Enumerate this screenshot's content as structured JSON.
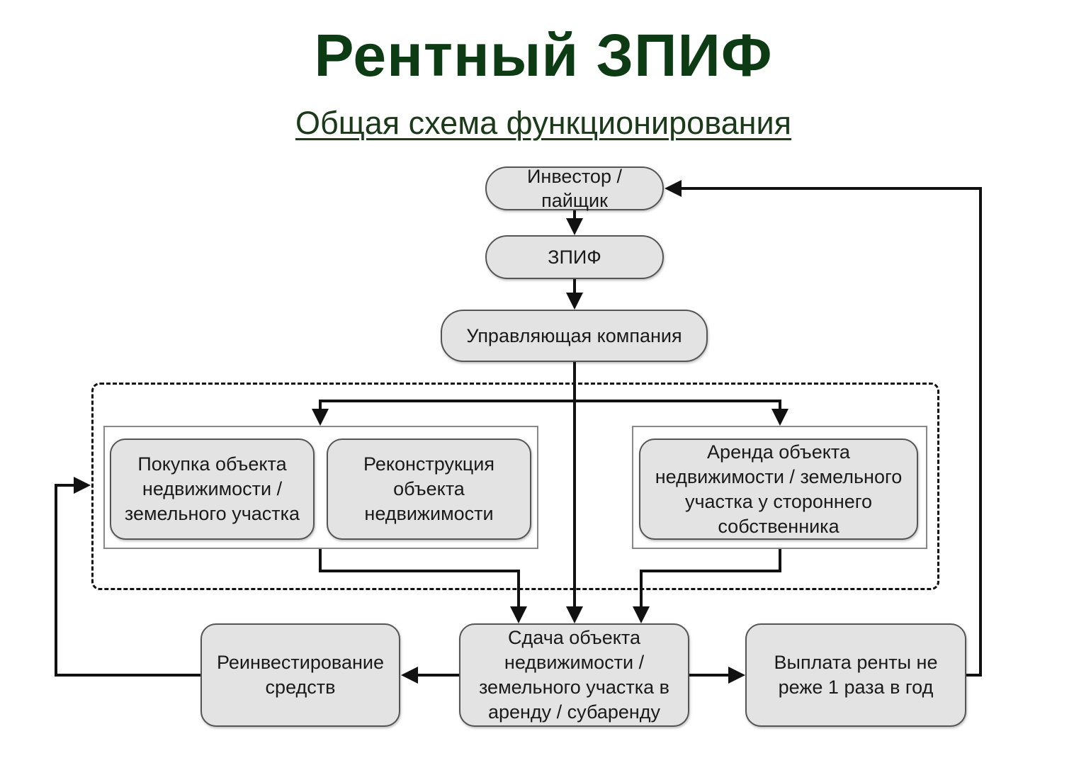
{
  "title": "Рентный ЗПИФ",
  "subtitle": "Общая схема функционирования",
  "colors": {
    "title": "#0d3b14",
    "box_fill": "#e3e3e3",
    "line": "#111111"
  },
  "nodes": {
    "investor": "Инвестор / пайщик",
    "zpif": "ЗПИФ",
    "management_company": "Управляющая компания",
    "purchase": "Покупка объекта недвижимости / земельного участка",
    "reconstruction": "Реконструкция объекта недвижимости",
    "lease_in": "Аренда объекта недвижимости / земельного участка у стороннего собственника",
    "lease_out": "Сдача объекта недвижимости / земельного участка в аренду / субаренду",
    "reinvest": "Реинвестирование средств",
    "rent_payment": "Выплата ренты не реже 1 раза в год"
  },
  "edges": [
    {
      "from": "investor",
      "to": "zpif"
    },
    {
      "from": "zpif",
      "to": "management_company"
    },
    {
      "from": "management_company",
      "to": "purchase-reconstruction-group"
    },
    {
      "from": "management_company",
      "to": "lease_in"
    },
    {
      "from": "management_company",
      "to": "lease_out"
    },
    {
      "from": "purchase-reconstruction-group",
      "to": "lease_out"
    },
    {
      "from": "lease_in",
      "to": "lease_out"
    },
    {
      "from": "lease_out",
      "to": "reinvest"
    },
    {
      "from": "lease_out",
      "to": "rent_payment"
    },
    {
      "from": "reinvest",
      "to": "investment-activities-group"
    },
    {
      "from": "rent_payment",
      "to": "investor"
    }
  ]
}
